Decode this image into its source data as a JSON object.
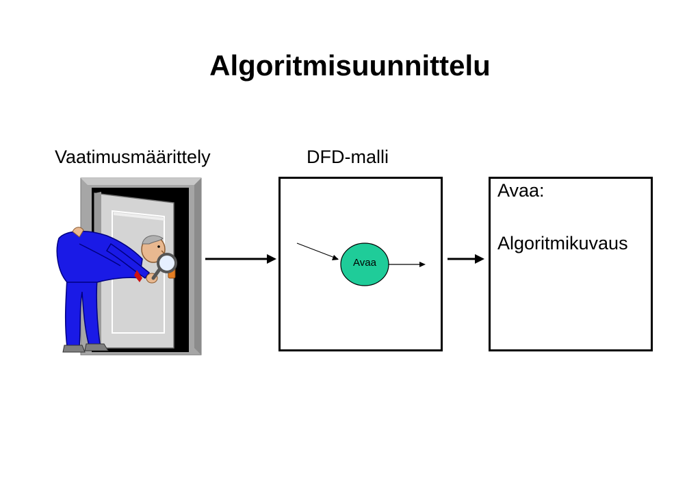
{
  "slide": {
    "title": "Algoritmisuunnittelu"
  },
  "labels": {
    "requirements": "Vaatimusmäärittely",
    "dfd_model": "DFD-malli"
  },
  "dfd": {
    "process_label": "Avaa",
    "process_color": "#1fcc99"
  },
  "algorithm_box": {
    "heading": "Avaa:",
    "body": "Algoritmikuvaus"
  },
  "colors": {
    "suit": "#1a1ae6",
    "door_frame": "#a0a0a0",
    "door": "#d9d9d9",
    "doorway": "#000000",
    "lock": "#e67e22"
  }
}
